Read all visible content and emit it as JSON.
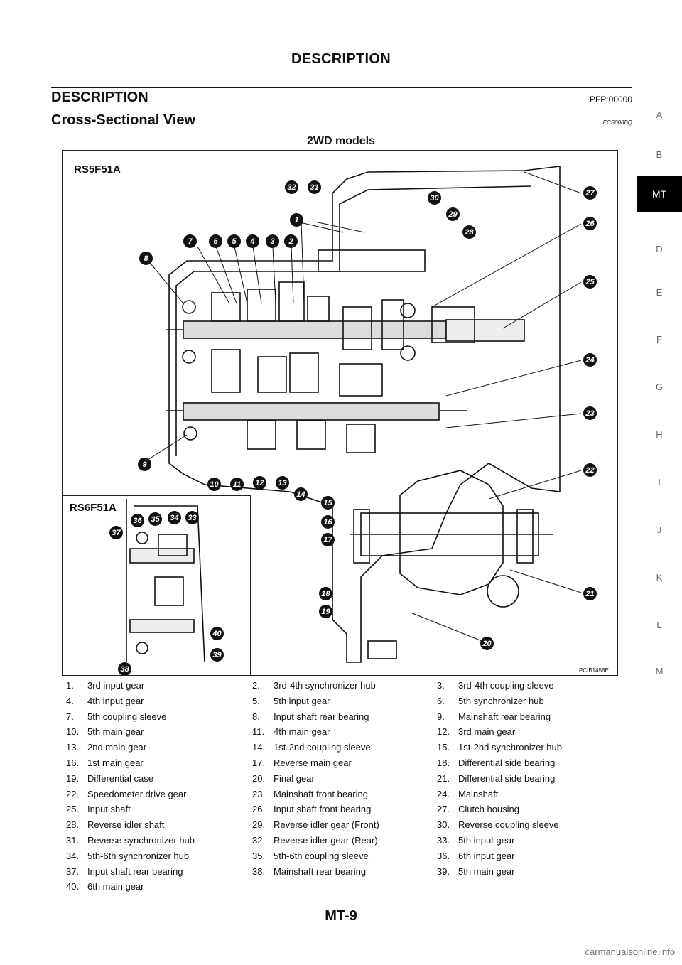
{
  "header": {
    "title": "DESCRIPTION"
  },
  "section": {
    "title": "DESCRIPTION",
    "code": "PFP:00000"
  },
  "subsection": {
    "title": "Cross-Sectional View",
    "code": "ECS008BQ"
  },
  "figure": {
    "title": "2WD models",
    "main_label": "RS5F51A",
    "inset_label": "RS6F51A",
    "figure_code": "PCIB1456E",
    "callout_numbers": [
      "1",
      "2",
      "3",
      "4",
      "5",
      "6",
      "7",
      "8",
      "9",
      "10",
      "11",
      "12",
      "13",
      "14",
      "15",
      "16",
      "17",
      "18",
      "19",
      "20",
      "21",
      "22",
      "23",
      "24",
      "25",
      "26",
      "27",
      "28",
      "29",
      "30",
      "31",
      "32",
      "33",
      "34",
      "35",
      "36",
      "37",
      "38",
      "39",
      "40"
    ]
  },
  "legend": [
    [
      {
        "num": "1.",
        "label": "3rd input gear"
      },
      {
        "num": "2.",
        "label": "3rd-4th synchronizer hub"
      },
      {
        "num": "3.",
        "label": "3rd-4th coupling sleeve"
      }
    ],
    [
      {
        "num": "4.",
        "label": "4th input gear"
      },
      {
        "num": "5.",
        "label": "5th input gear"
      },
      {
        "num": "6.",
        "label": "5th synchronizer hub"
      }
    ],
    [
      {
        "num": "7.",
        "label": "5th coupling sleeve"
      },
      {
        "num": "8.",
        "label": "Input shaft rear bearing"
      },
      {
        "num": "9.",
        "label": "Mainshaft rear bearing"
      }
    ],
    [
      {
        "num": "10.",
        "label": "5th main gear"
      },
      {
        "num": "11.",
        "label": "4th main gear"
      },
      {
        "num": "12.",
        "label": "3rd main gear"
      }
    ],
    [
      {
        "num": "13.",
        "label": "2nd main gear"
      },
      {
        "num": "14.",
        "label": "1st-2nd coupling sleeve"
      },
      {
        "num": "15.",
        "label": "1st-2nd synchronizer hub"
      }
    ],
    [
      {
        "num": "16.",
        "label": "1st main gear"
      },
      {
        "num": "17.",
        "label": "Reverse main gear"
      },
      {
        "num": "18.",
        "label": "Differential side bearing"
      }
    ],
    [
      {
        "num": "19.",
        "label": "Differential case"
      },
      {
        "num": "20.",
        "label": "Final gear"
      },
      {
        "num": "21.",
        "label": "Differential side bearing"
      }
    ],
    [
      {
        "num": "22.",
        "label": "Speedometer drive gear"
      },
      {
        "num": "23.",
        "label": "Mainshaft front bearing"
      },
      {
        "num": "24.",
        "label": "Mainshaft"
      }
    ],
    [
      {
        "num": "25.",
        "label": "Input shaft"
      },
      {
        "num": "26.",
        "label": "Input shaft front bearing"
      },
      {
        "num": "27.",
        "label": "Clutch housing"
      }
    ],
    [
      {
        "num": "28.",
        "label": "Reverse idler shaft"
      },
      {
        "num": "29.",
        "label": "Reverse idler gear (Front)"
      },
      {
        "num": "30.",
        "label": "Reverse coupling sleeve"
      }
    ],
    [
      {
        "num": "31.",
        "label": "Reverse synchronizer hub"
      },
      {
        "num": "32.",
        "label": "Reverse idler gear (Rear)"
      },
      {
        "num": "33.",
        "label": "5th input gear"
      }
    ],
    [
      {
        "num": "34.",
        "label": "5th-6th synchronizer hub"
      },
      {
        "num": "35.",
        "label": "5th-6th coupling sleeve"
      },
      {
        "num": "36.",
        "label": "6th input gear"
      }
    ],
    [
      {
        "num": "37.",
        "label": "Input shaft rear bearing"
      },
      {
        "num": "38.",
        "label": "Mainshaft rear bearing"
      },
      {
        "num": "39.",
        "label": "5th main gear"
      }
    ],
    [
      {
        "num": "40.",
        "label": "6th main gear"
      }
    ]
  ],
  "footer": {
    "page_number": "MT-9"
  },
  "side_tabs": [
    "A",
    "B",
    "MT",
    "D",
    "E",
    "F",
    "G",
    "H",
    "I",
    "J",
    "K",
    "L",
    "M"
  ],
  "active_tab": "MT",
  "watermark": "carmanualsonline.info"
}
